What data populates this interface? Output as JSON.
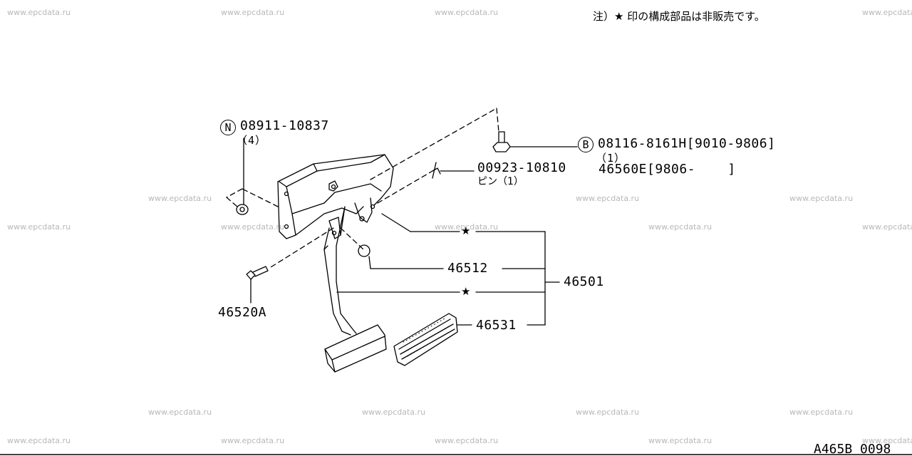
{
  "note": "注）★ 印の構成部品は非販売です。",
  "watermark": "www.epcdata.ru",
  "drawing_code": "A465B 0098",
  "callouts": {
    "nut": {
      "symbol": "N",
      "part_no": "08911-10837",
      "qty": "（4）"
    },
    "bolt": {
      "symbol": "B",
      "part_no": "08116-8161H[9010-9806]",
      "qty": "（1）",
      "alt_part": "46560E[9806-    ]"
    },
    "pin": {
      "part_no": "00923-10810",
      "desc": "ピン（1）"
    },
    "bushing": {
      "part_no": "46512"
    },
    "assembly": {
      "part_no": "46501"
    },
    "pad": {
      "part_no": "46531"
    },
    "pivot_bolt": {
      "part_no": "46520A"
    },
    "star_symbol": "★"
  }
}
